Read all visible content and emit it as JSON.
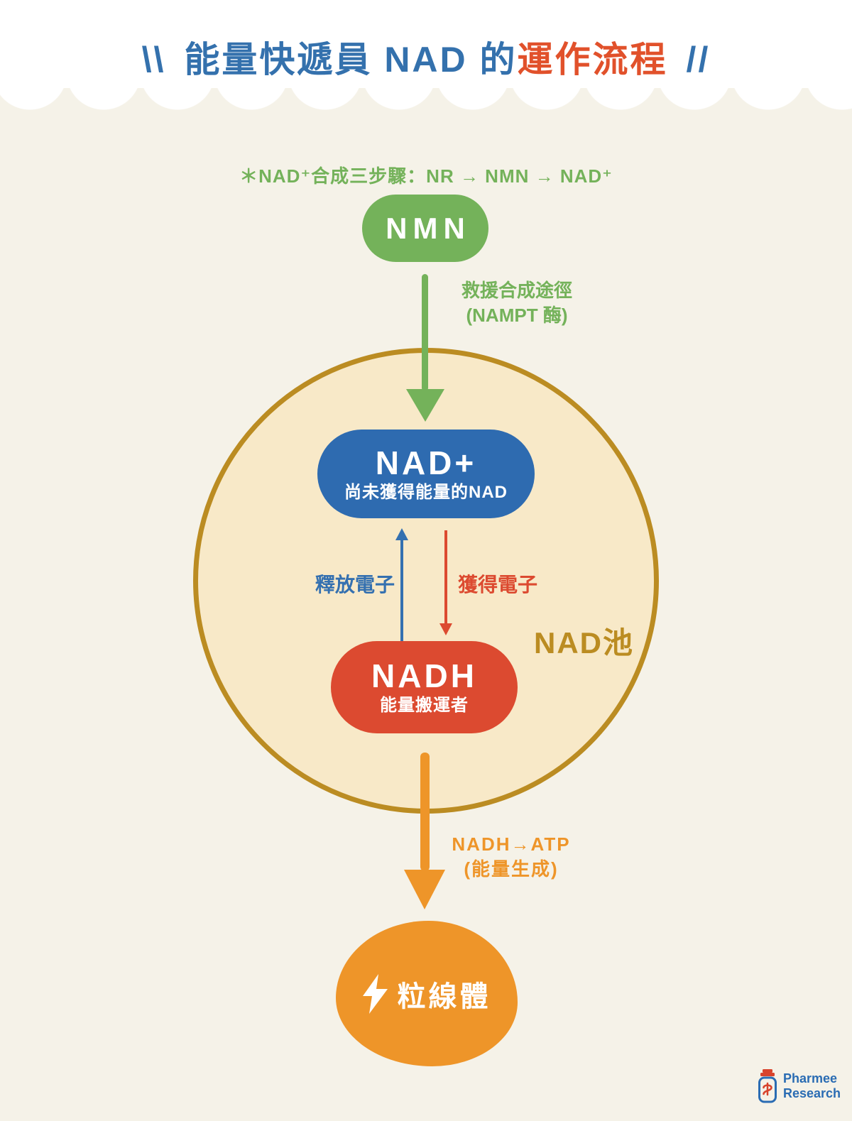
{
  "colors": {
    "background": "#f5f2e8",
    "header_background": "#ffffff",
    "title_blue": "#3471ad",
    "title_orange": "#e1512b",
    "green": "#74b25a",
    "blue": "#2e6bb0",
    "red": "#dc4a30",
    "orange": "#ee9529",
    "gold": "#bb8c22",
    "pool_fill": "#f8e9c8",
    "logo_blue": "#2a6cb3",
    "logo_red": "#d8432c"
  },
  "header": {
    "left_mark": "\\\\",
    "title_blue": "能量快遞員 NAD 的",
    "title_orange": "運作流程",
    "right_mark": "//"
  },
  "note": {
    "text": "＊NAD⁺合成三步驟：NR → NMN → NAD⁺"
  },
  "flow": {
    "nmn": {
      "label": "NMN"
    },
    "salvage_arrow": {
      "line1": "救援合成途徑",
      "line2": "(NAMPT 酶)"
    },
    "pool": {
      "label": "NAD池"
    },
    "nad_plus": {
      "label": "NAD+",
      "sublabel": "尚未獲得能量的NAD"
    },
    "release_arrow": {
      "label": "釋放電子"
    },
    "gain_arrow": {
      "label": "獲得電子"
    },
    "nadh": {
      "label": "NADH",
      "sublabel": "能量搬運者"
    },
    "atp_arrow": {
      "line1": "NADH→ATP",
      "line2": "(能量生成)"
    },
    "mitochondria": {
      "label": "粒線體"
    }
  },
  "logo": {
    "line1": "Pharmee",
    "line2": "Research"
  }
}
